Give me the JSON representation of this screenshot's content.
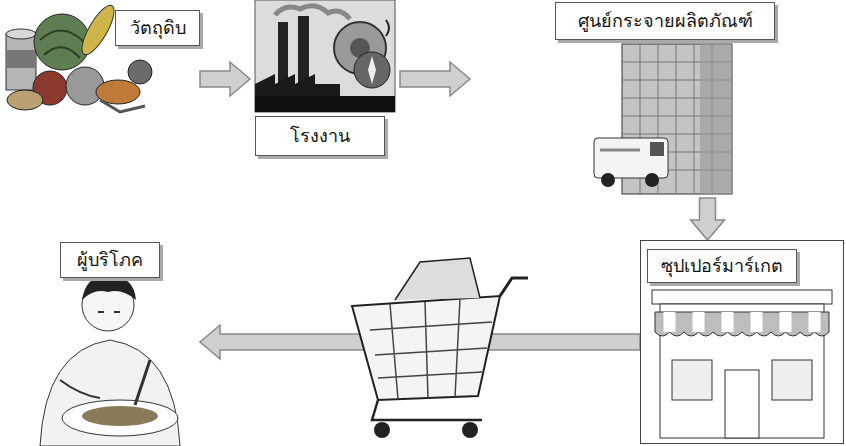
{
  "diagram": {
    "nodes": [
      {
        "text": [
          "วัตถุดิบ"
        ]
      },
      {
        "text": [
          "โรงงาน"
        ]
      },
      {
        "text": [
          "ศูนย์กระจายผลิตภัณฑ์"
        ]
      },
      {
        "text": [
          "ซุปเปอร์มาร์เกต"
        ]
      },
      {
        "text": [
          "ผู้บริโภค"
        ]
      }
    ],
    "edges": [
      {
        "from": 0,
        "to": 1,
        "arrow": "to"
      },
      {
        "from": 1,
        "to": 2,
        "arrow": "to"
      },
      {
        "from": 2,
        "to": 3,
        "arrow": "to"
      },
      {
        "from": 3,
        "to": 4,
        "arrow": "to"
      }
    ]
  }
}
